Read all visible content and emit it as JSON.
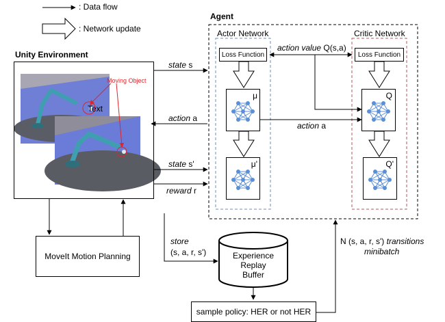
{
  "legend": {
    "data_flow": ": Data flow",
    "network_update": ": Network update"
  },
  "unity": {
    "title": "Unity Environment",
    "moving_object": "Moving Object",
    "text_label": "Text"
  },
  "agent": {
    "title": "Agent",
    "actor_title": "Actor Network",
    "critic_title": "Critic Network",
    "loss_actor": "Loss Function",
    "loss_critic": "Loss Function",
    "mu": "μ",
    "mu_prime": "μ'",
    "q": "Q",
    "q_prime": "Q'"
  },
  "flows": {
    "state_s_1": "state",
    "state_s_2": " s",
    "action_a_1": "action",
    "action_a_2": " a",
    "state_sp_1": "state",
    "state_sp_2": " s'",
    "reward_1": "reward",
    "reward_2": " r",
    "action_value_1": "action value",
    "action_value_2": " Q(s,a)",
    "action_a_mid_1": "action",
    "action_a_mid_2": " a",
    "store_1": "store",
    "store_2": "(s, a, r, s')",
    "transitions_1": "N (s, a, r, s')",
    "transitions_2": " transitions",
    "transitions_3": "minibatch"
  },
  "moveit": "MoveIt Motion Planning",
  "buffer": [
    "Experience",
    "Replay",
    "Buffer"
  ],
  "sample_policy": "sample policy: HER or not HER",
  "colors": {
    "actor_border": "#6c8ebf",
    "critic_border": "#b85450",
    "node": "#5b8fd6",
    "highlight": "#e0242a",
    "floor": "#6f7fd6",
    "arm": "#3f9fb0"
  }
}
